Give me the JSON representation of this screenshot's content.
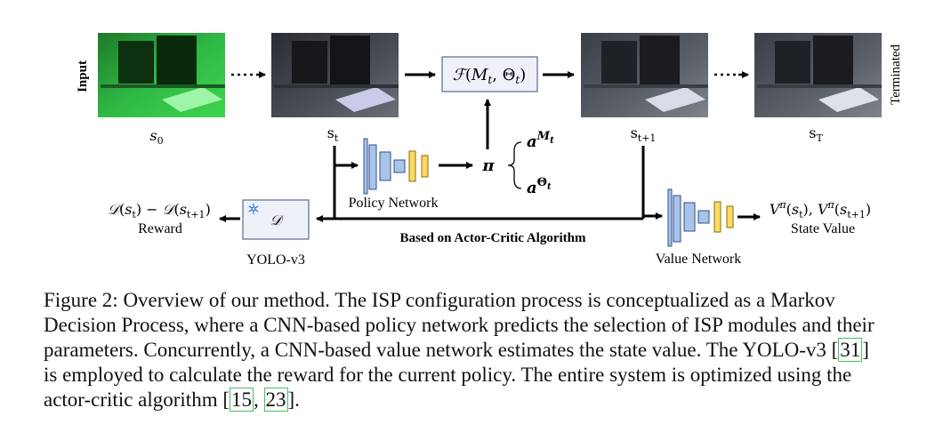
{
  "diagram": {
    "input_label": "Input",
    "terminated_label": "Terminated",
    "state_labels": {
      "s0": "s",
      "s0_sub": "0",
      "st": "s",
      "st_sub": "t",
      "st1": "s",
      "st1_sub": "t+1",
      "sT": "s",
      "sT_sub": "T"
    },
    "isp_box": {
      "F": "ℱ",
      "open": "(",
      "M": "M",
      "M_sub": "t",
      "comma": ", ",
      "Theta": "Θ",
      "Theta_sub": "t",
      "close": ")"
    },
    "policy_symbol": "π",
    "action_M": "a",
    "action_M_sup": "M",
    "action_M_sup_sub": "t",
    "action_Theta": "a",
    "action_Theta_sup": "Θ",
    "action_Theta_sup_sub": "t",
    "policy_network_label": "Policy Network",
    "value_network_label": "Value Network",
    "algorithm_label": "Based on Actor-Critic Algorithm",
    "detector_symbol": "𝒟",
    "detector_label": "YOLO-v3",
    "reward_formula": {
      "D1": "𝒟",
      "open1": "(",
      "s1": "s",
      "s1_sub": "t",
      "close1": ")",
      "minus": " − ",
      "D2": "𝒟",
      "open2": "(",
      "s2": "s",
      "s2_sub": "t+1",
      "close2": ")"
    },
    "reward_label": "Reward",
    "value_formula": {
      "V1": "V",
      "V1_sup": "π",
      "open1": "(",
      "s1": "s",
      "s1_sub": "t",
      "close1": ")",
      "comma": ", ",
      "V2": "V",
      "V2_sup": "π",
      "open2": "(",
      "s2": "s",
      "s2_sub": "t+1",
      "close2": ")"
    },
    "state_value_label": "State Value",
    "colors": {
      "layer_blue": "#a9c4e8",
      "layer_yellow": "#ffd966",
      "layer_stroke": "#2f4f8f",
      "box_fill": "#eef1f8",
      "box_stroke": "#5c6b8a",
      "snowflake": "#3b83d6"
    }
  },
  "caption": {
    "line1": "Figure 2: Overview of our method. The ISP configuration process is conceptualized as a Markov",
    "line2": "Decision Process, where a CNN-based policy network predicts the selection of ISP modules and their",
    "line3_before": "parameters. Concurrently, a CNN-based value network estimates the state value. The YOLO-v3 [",
    "cite_31": "31",
    "line3_after": "]",
    "line4": "is employed to calculate the reward for the current policy. The entire system is optimized using the",
    "line5_before": "actor-critic algorithm [",
    "cite_15": "15",
    "cite_sep": ", ",
    "cite_23": "23",
    "line5_after": "]."
  }
}
